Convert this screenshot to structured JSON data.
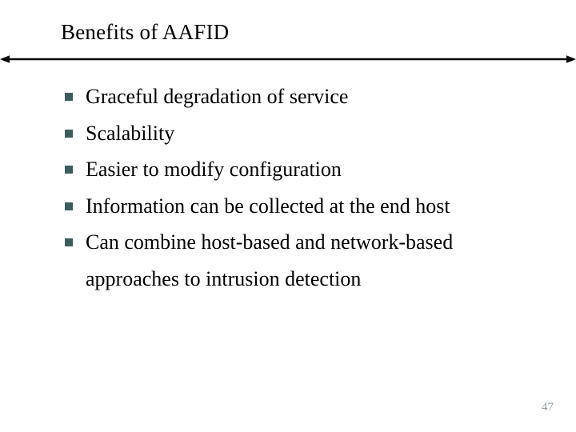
{
  "slide": {
    "title": "Benefits of AAFID",
    "bullets": [
      {
        "text": "Graceful degradation of service"
      },
      {
        "text": "Scalability"
      },
      {
        "text": "Easier to modify configuration"
      },
      {
        "text": "Information can be collected at the end host"
      },
      {
        "text": "Can combine host-based and network-based approaches to intrusion detection"
      }
    ],
    "page_number": "47",
    "colors": {
      "background": "#ffffff",
      "title_text": "#000000",
      "body_text": "#000000",
      "bullet_marker": "#3d5c5c",
      "divider_line": "#000000",
      "page_number_text": "#8d9da3"
    }
  }
}
